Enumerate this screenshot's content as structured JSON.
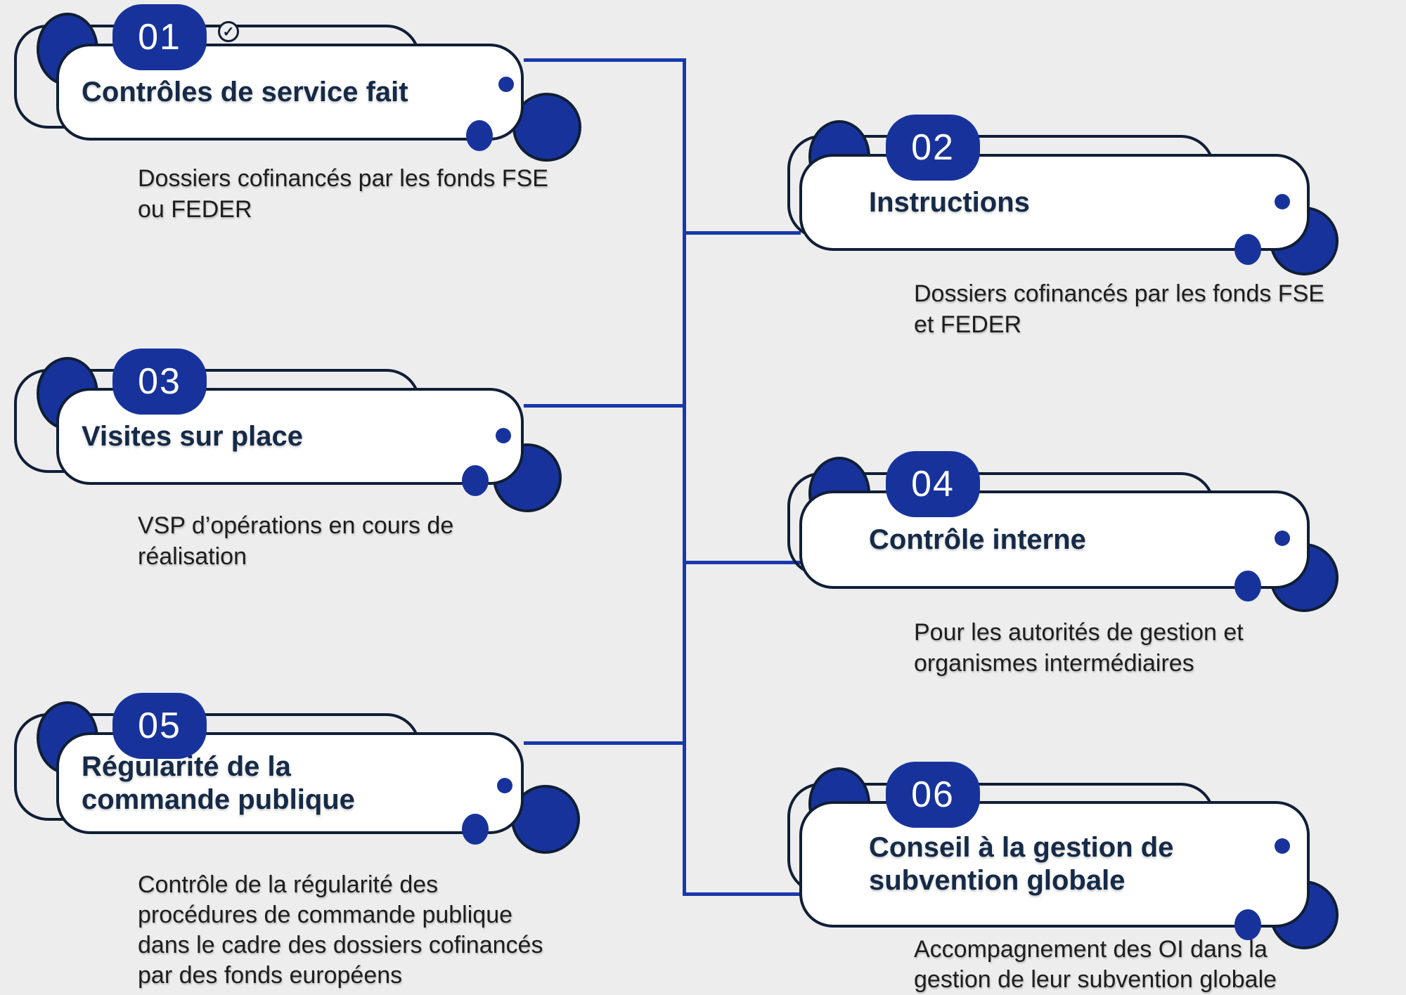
{
  "colors": {
    "bg": "#ededed",
    "accent_blue": "#17339b",
    "line_blue": "#1a38ac",
    "outline_navy": "#101e36",
    "title_navy": "#152a47",
    "text_dark": "#1d1d1d",
    "card_bg": "#ffffff"
  },
  "icons": {
    "check_circle": "✓"
  },
  "cards": [
    {
      "number": "01",
      "title": "Contrôles de service fait",
      "description": "Dossiers cofinancés par les fonds FSE\nou FEDER"
    },
    {
      "number": "02",
      "title": "Instructions",
      "description": "Dossiers cofinancés par les fonds FSE\net FEDER"
    },
    {
      "number": "03",
      "title": "Visites sur place",
      "description": "VSP d’opérations en cours de\nréalisation"
    },
    {
      "number": "04",
      "title": "Contrôle interne",
      "description": "Pour les autorités de gestion et\norganismes intermédiaires"
    },
    {
      "number": "05",
      "title": "Régularité de la\ncommande publique",
      "description": "Contrôle de la régularité des\nprocédures de commande publique\ndans le cadre des dossiers cofinancés\npar des fonds européens"
    },
    {
      "number": "06",
      "title": "Conseil à la gestion de\nsubvention globale",
      "description": "Accompagnement des OI dans la\ngestion de leur subvention globale"
    }
  ]
}
